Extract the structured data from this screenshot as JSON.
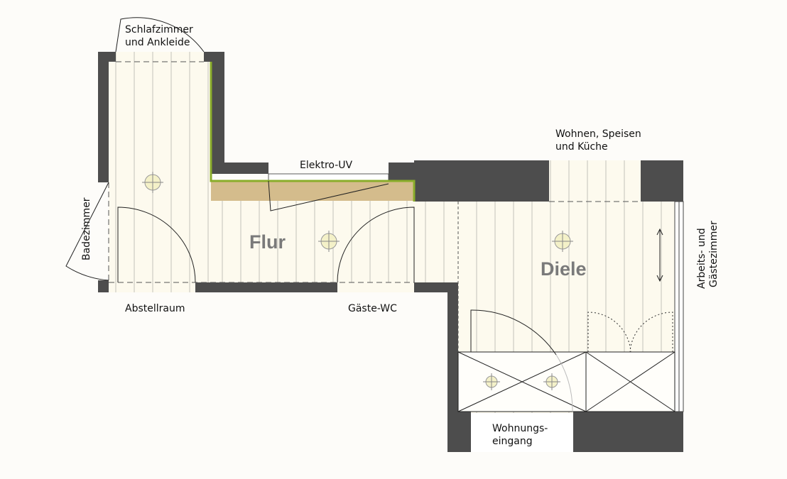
{
  "rooms": {
    "flur": "Flur",
    "diele": "Diele"
  },
  "labels": {
    "schlafzimmer_line1": "Schlafzimmer",
    "schlafzimmer_line2": "und Ankleide",
    "elektro": "Elektro-UV",
    "wohnen_line1": "Wohnen, Speisen",
    "wohnen_line2": "und Küche",
    "badezimmer": "Badezimmer",
    "abstellraum": "Abstellraum",
    "gaeste_wc": "Gäste-WC",
    "arbeits_line1": "Arbeits- und",
    "arbeits_line2": "Gästezimmer",
    "eingang_line1": "Wohnungs-",
    "eingang_line2": "eingang"
  },
  "colors": {
    "wall": "#4d4d4d",
    "floor": "#fdfaee",
    "cabinet": "#d4bc8c",
    "accent_line": "#8aad2a"
  }
}
